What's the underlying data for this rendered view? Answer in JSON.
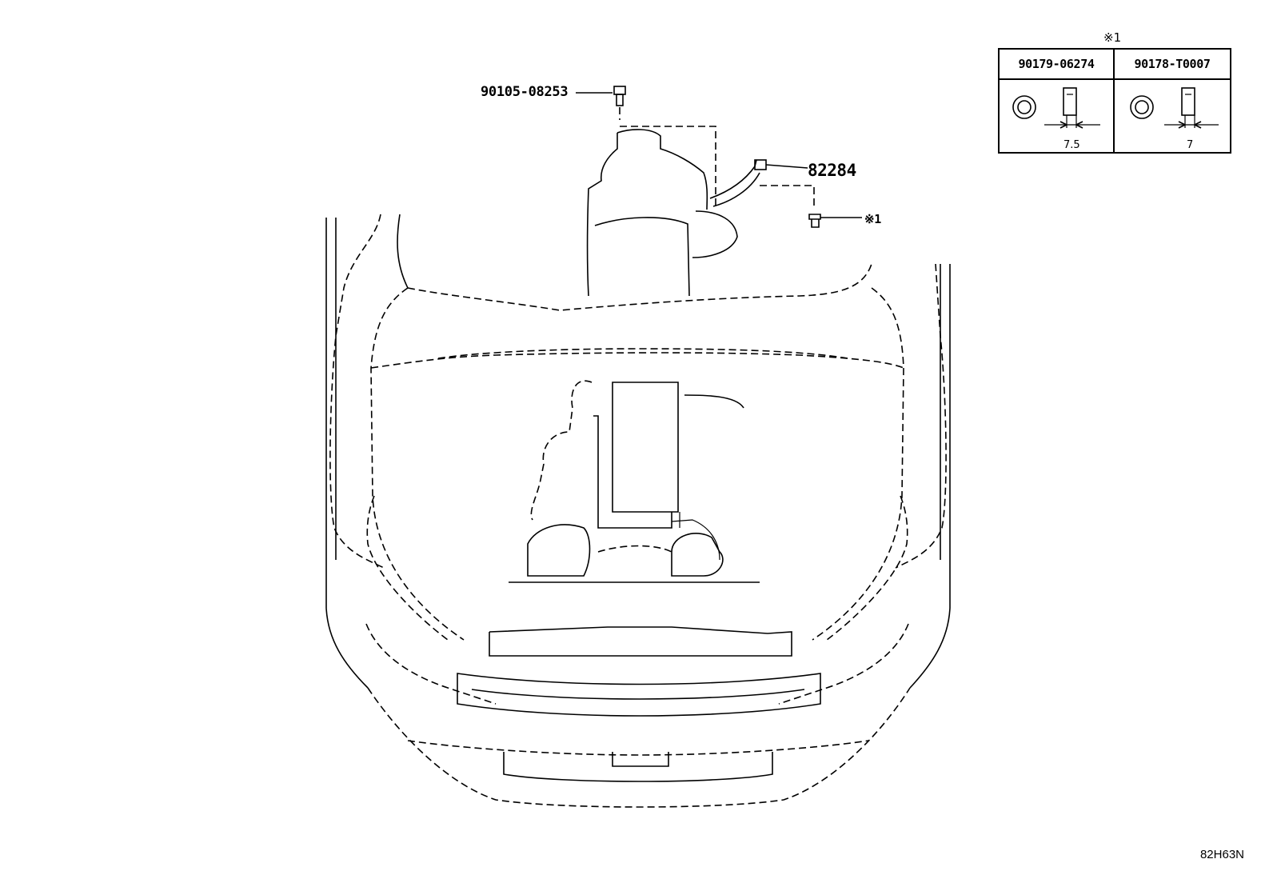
{
  "callouts": {
    "bolt": "90105-08253",
    "harness": "82284",
    "nut_ref": "※1"
  },
  "nut_table": {
    "ref_mark": "※1",
    "columns": [
      {
        "part_number": "90179-06274",
        "dimension": "7.5"
      },
      {
        "part_number": "90178-T0007",
        "dimension": "7"
      }
    ]
  },
  "diagram_code": "82H63N"
}
